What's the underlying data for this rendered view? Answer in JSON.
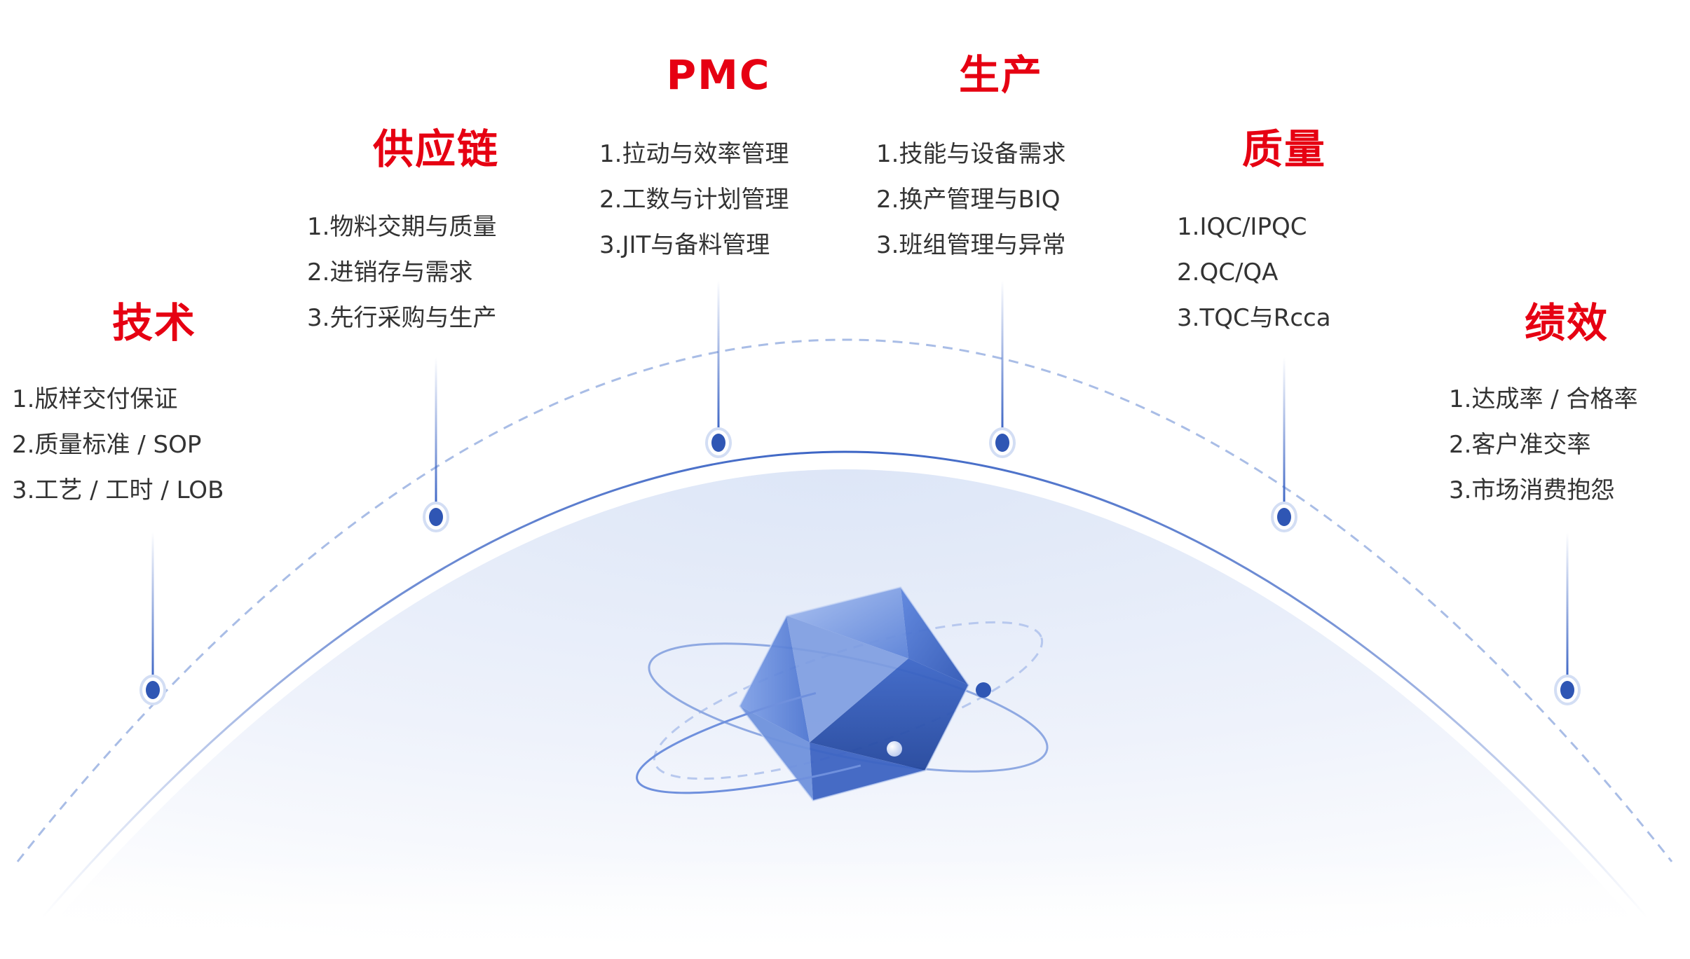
{
  "categories": [
    {
      "id": "tech",
      "title": "技术",
      "items": [
        "1.版样交付保证",
        "2.质量标准 / SOP",
        "3.工艺 / 工时 / LOB"
      ]
    },
    {
      "id": "supply",
      "title": "供应链",
      "items": [
        "1.物料交期与质量",
        "2.进销存与需求",
        "3.先行采购与生产"
      ]
    },
    {
      "id": "pmc",
      "title": "PMC",
      "items": [
        "1.拉动与效率管理",
        "2.工数与计划管理",
        "3.JIT与备料管理"
      ]
    },
    {
      "id": "production",
      "title": "生产",
      "items": [
        "1.技能与设备需求",
        "2.换产管理与BIQ",
        "3.班组管理与异常"
      ]
    },
    {
      "id": "quality",
      "title": "质量",
      "items": [
        "1.IQC/IPQC",
        "2.QC/QA",
        "3.TQC与Rcca"
      ]
    },
    {
      "id": "performance",
      "title": "绩效",
      "items": [
        "1.达成率 / 合格率",
        "2.客户准交率",
        "3.市场消费抱怨"
      ]
    }
  ],
  "colors": {
    "title": "#e60012",
    "text": "#333333",
    "accent": "#3a63c4",
    "dash": "#a9bde6"
  }
}
